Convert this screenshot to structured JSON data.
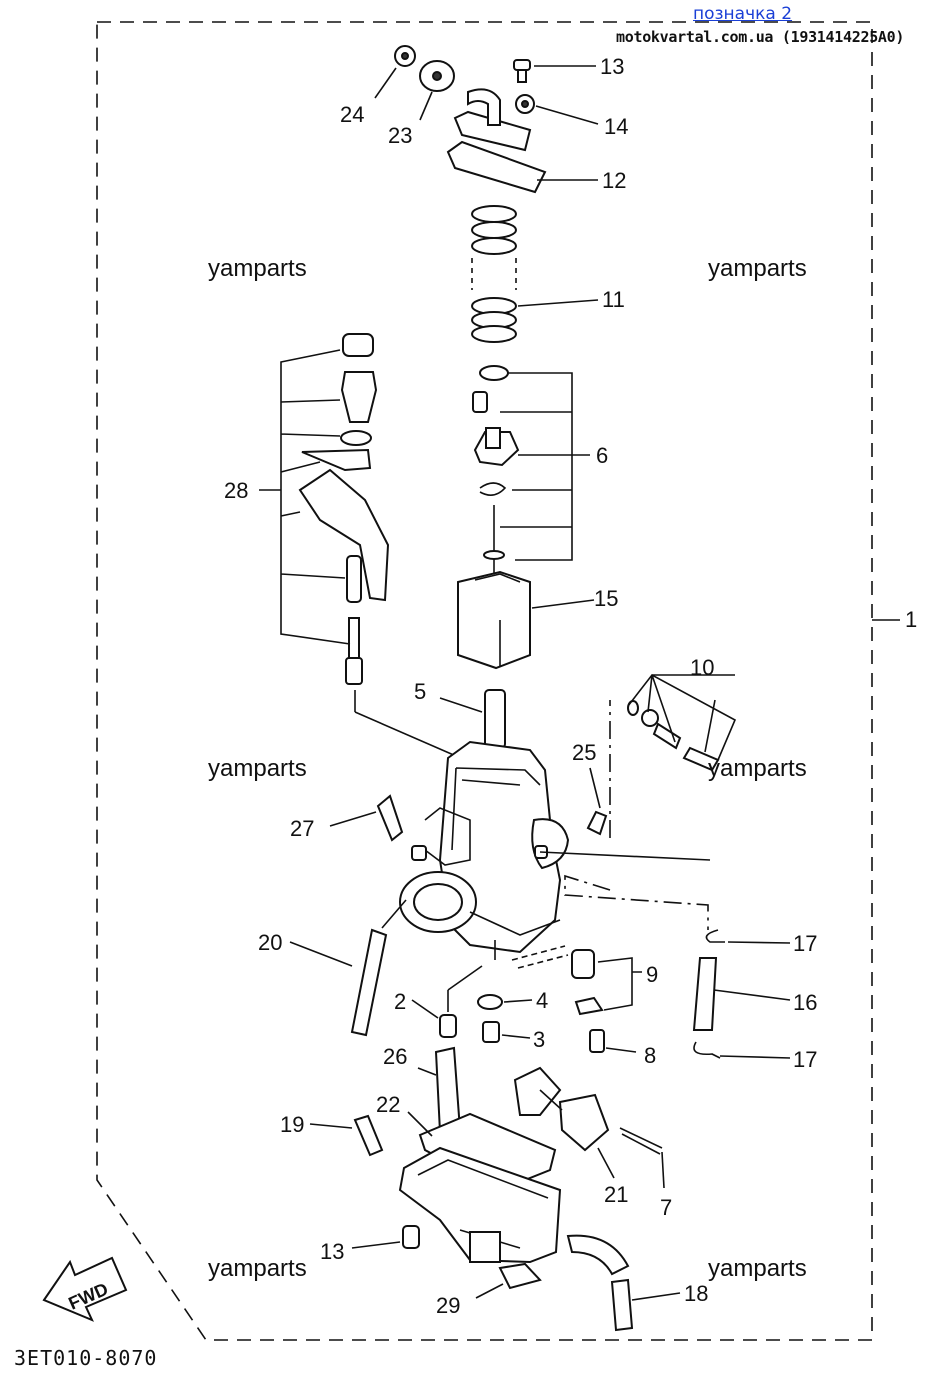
{
  "header": {
    "link_text": "позначка 2",
    "source_text": "motokvartal.com.ua (1931414225A0)"
  },
  "watermarks": [
    "yamparts",
    "yamparts",
    "yamparts",
    "yamparts",
    "yamparts",
    "yamparts"
  ],
  "diagram_code": "3ET010-8070",
  "fwd_label": "FWD",
  "callouts": {
    "c1": "1",
    "c2": "2",
    "c3": "3",
    "c4": "4",
    "c5": "5",
    "c6": "6",
    "c7": "7",
    "c8": "8",
    "c9": "9",
    "c10": "10",
    "c11": "11",
    "c12": "12",
    "c13a": "13",
    "c13b": "13",
    "c14": "14",
    "c15": "15",
    "c16": "16",
    "c17a": "17",
    "c17b": "17",
    "c18": "18",
    "c19": "19",
    "c20": "20",
    "c21": "21",
    "c22": "22",
    "c23": "23",
    "c24": "24",
    "c25": "25",
    "c26": "26",
    "c27": "27",
    "c28": "28",
    "c29": "29"
  },
  "colors": {
    "ink": "#111111",
    "link": "#1a3fd6",
    "background": "#ffffff"
  }
}
